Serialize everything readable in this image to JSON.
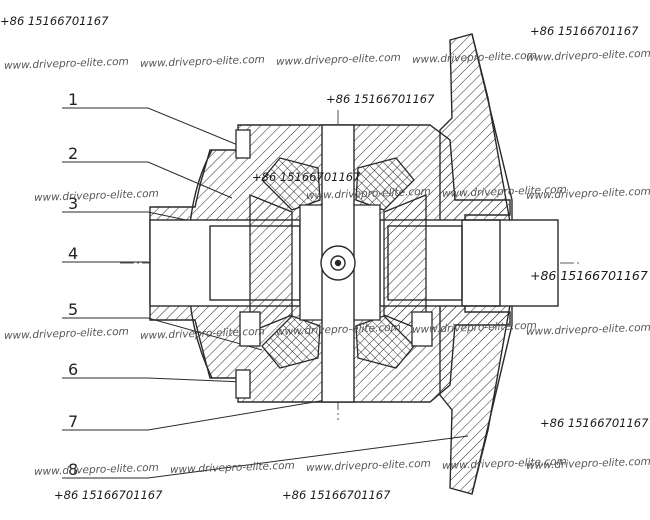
{
  "callouts": [
    "1",
    "2",
    "3",
    "4",
    "5",
    "6",
    "7",
    "8"
  ],
  "watermarks": {
    "phone": "+86 15166701167",
    "site": "www.drivepro-elite.com"
  },
  "colors": {
    "line": "#2a2a2a",
    "background": "#ffffff"
  }
}
